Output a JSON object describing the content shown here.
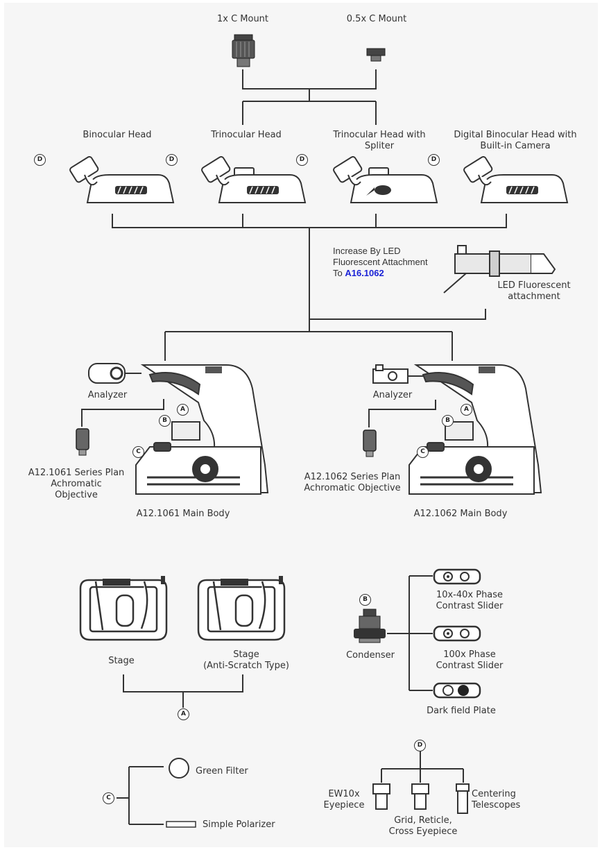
{
  "colors": {
    "line": "#333333",
    "text": "#333333",
    "accent": "#1a22d6",
    "background": "#f6f6f6"
  },
  "mounts": {
    "one_x": "1x C Mount",
    "half_x": "0.5x C Mount"
  },
  "heads": {
    "binocular": "Binocular Head",
    "trinocular": "Trinocular Head",
    "trinocular_splitter": "Trinocular Head with\nSpliter",
    "digital_binocular": "Digital Binocular Head with\nBuilt-in Camera"
  },
  "fluorescent": {
    "note_prefix": "Increase By LED\nFluorescent Attachment\nTo ",
    "note_model": "A16.1062",
    "attachment": "LED Fluorescent\nattachment"
  },
  "body_1061": {
    "analyzer": "Analyzer",
    "objective": "A12.1061 Series Plan\nAchromatic\nObjective",
    "model": "A12.1061",
    "main": " Main Body"
  },
  "body_1062": {
    "analyzer": "Analyzer",
    "objective": "A12.1062 Series Plan\nAchromatic Objective",
    "model": "A12.1062",
    "main": " Main Body"
  },
  "stages": {
    "stage": "Stage",
    "anti_scratch": "Stage\n(Anti-Scratch Type)"
  },
  "condenser": {
    "label": "Condenser",
    "phase_10_40": "10x-40x Phase\nContrast Slider",
    "phase_100": "100x Phase\nContrast Slider",
    "dark_field": "Dark field Plate"
  },
  "filters": {
    "green": "Green Filter",
    "polarizer": "Simple Polarizer"
  },
  "eyepieces": {
    "ew10x": "EW10x\nEyepiece",
    "grid": "Grid, Reticle,\nCross Eyepiece",
    "centering": "Centering\nTelescopes"
  },
  "badges": {
    "a": "A",
    "b": "B",
    "c": "C",
    "d": "D"
  }
}
